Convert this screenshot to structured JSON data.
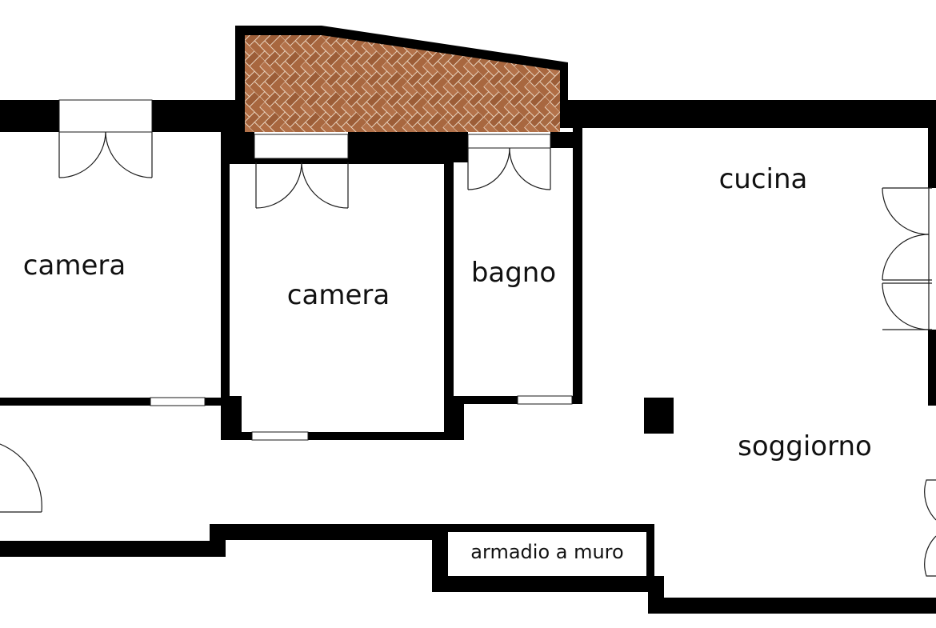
{
  "colors": {
    "wall": "#000000",
    "floor": "#ffffff",
    "terrace_tile": "#a8673f",
    "terrace_grout": "#e9d2bd"
  },
  "rooms": {
    "camera_left": "camera",
    "camera_center": "camera",
    "bagno": "bagno",
    "cucina": "cucina",
    "soggiorno": "soggiorno",
    "armadio": "armadio a muro"
  }
}
